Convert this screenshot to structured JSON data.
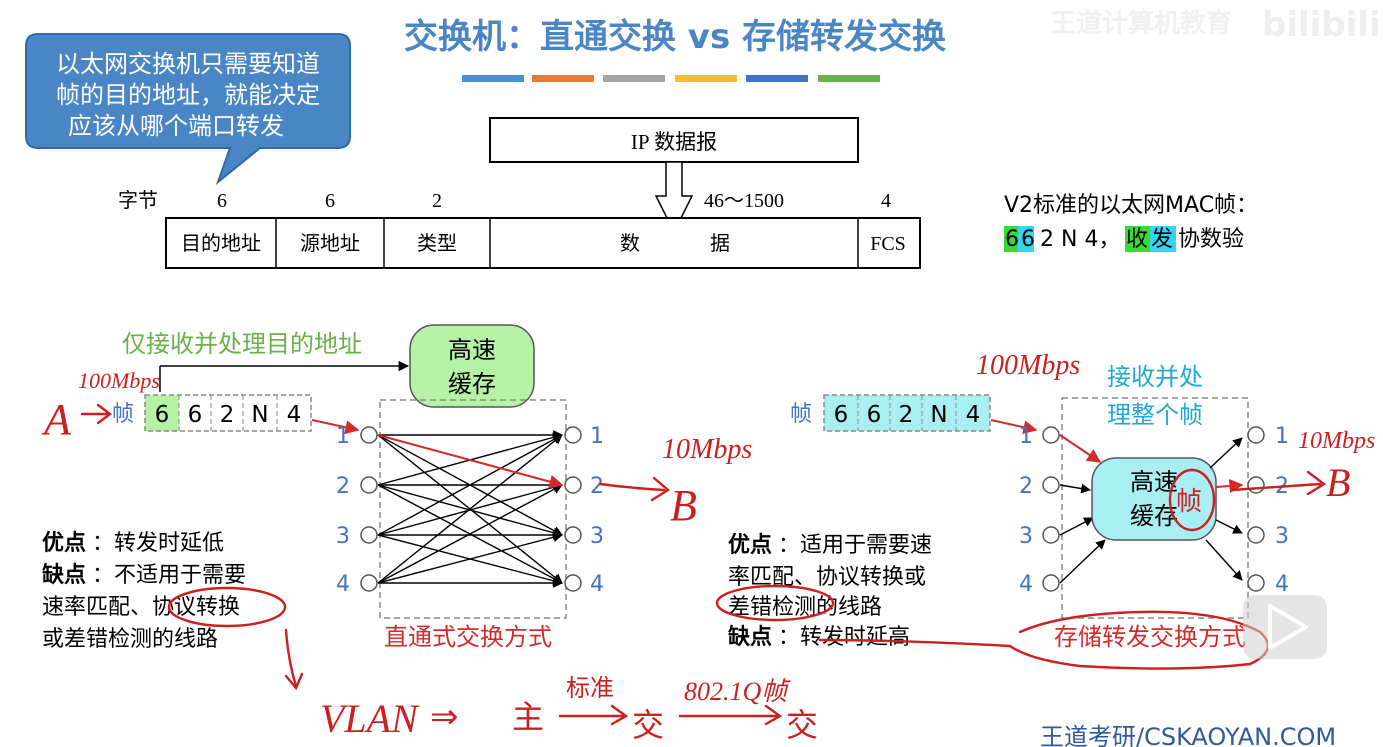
{
  "title": "交换机：直通交换 vs 存储转发交换",
  "watermark": "王道计算机教育",
  "footer": "王道考研/CSKAOYAN.COM",
  "colors": {
    "title": "#4a86c5",
    "callout": "#4a86c5",
    "green_note": "#6ab04c",
    "cyan_note": "#1fa9d6",
    "port_label": "#4472c4",
    "caption": "#d42a2a",
    "handwriting": "#cc1f1f",
    "cache_green": "#b6f2a5",
    "cache_cyan": "#a8eef3",
    "hl_green": "#33dd33",
    "hl_cyan": "#33d6f0",
    "stripes": [
      "#4a90d0",
      "#e07b39",
      "#a5a5a5",
      "#f2c02f",
      "#4472c4",
      "#6ab04c"
    ]
  },
  "callout": {
    "lines": [
      "以太网交换机只需要知道",
      "帧的目的地址，就能决定",
      "应该从哪个端口转发"
    ]
  },
  "frame": {
    "ip_box": "IP 数据报",
    "bytes_label": "字节",
    "byte_counts": [
      "6",
      "6",
      "2",
      "46～1500",
      "4"
    ],
    "fields": [
      "目的地址",
      "源地址",
      "类型",
      "数",
      "据",
      "FCS"
    ]
  },
  "v2": {
    "title": "V2标准的以太网MAC帧：",
    "line": [
      "6",
      "6",
      "2 N 4，",
      "收",
      "发",
      "协数验"
    ]
  },
  "left": {
    "note": "仅接收并处理目的地址",
    "cache": [
      "高速",
      "缓存"
    ],
    "frame_label": "帧",
    "frame_cells": [
      "6",
      "6",
      "2",
      "N",
      "4"
    ],
    "in_ports": [
      "1",
      "2",
      "3",
      "4"
    ],
    "out_ports": [
      "1",
      "2",
      "3",
      "4"
    ],
    "caption": "直通式交换方式",
    "pros_label": "优点",
    "pros": "：转发时延低",
    "cons_label": "缺点",
    "cons_lines": [
      "：不适用于需要",
      "速率匹配、协议转换",
      "或差错检测的线路"
    ]
  },
  "right": {
    "note": [
      "接收并处",
      "理整个帧"
    ],
    "cache": [
      "高速",
      "缓存"
    ],
    "frame_label": "帧",
    "frame_cells": [
      "6",
      "6",
      "2",
      "N",
      "4"
    ],
    "in_ports": [
      "1",
      "2",
      "3",
      "4"
    ],
    "out_ports": [
      "1",
      "2",
      "3",
      "4"
    ],
    "caption": "存储转发交换方式",
    "pros_label": "优点",
    "pros_lines": [
      "：适用于需要速",
      "率匹配、协议转换或",
      "差错检测的线路"
    ],
    "cons_label": "缺点",
    "cons": "：转发时延高"
  },
  "handwriting": {
    "a": "A",
    "speed_in_left": "100Mbps",
    "speed_out_left": "10Mbps",
    "b_left": "B",
    "speed_in_right": "100Mbps",
    "speed_out_right": "10Mbps",
    "b_right": "B",
    "zhen": "帧",
    "vlan": "VLAN",
    "implies": "⇒",
    "zhu": "主",
    "biaozhun": "标准",
    "jiao1": "交",
    "dot1q": "802.1Q帧",
    "jiao2": "交"
  },
  "play_icon": "play-icon"
}
